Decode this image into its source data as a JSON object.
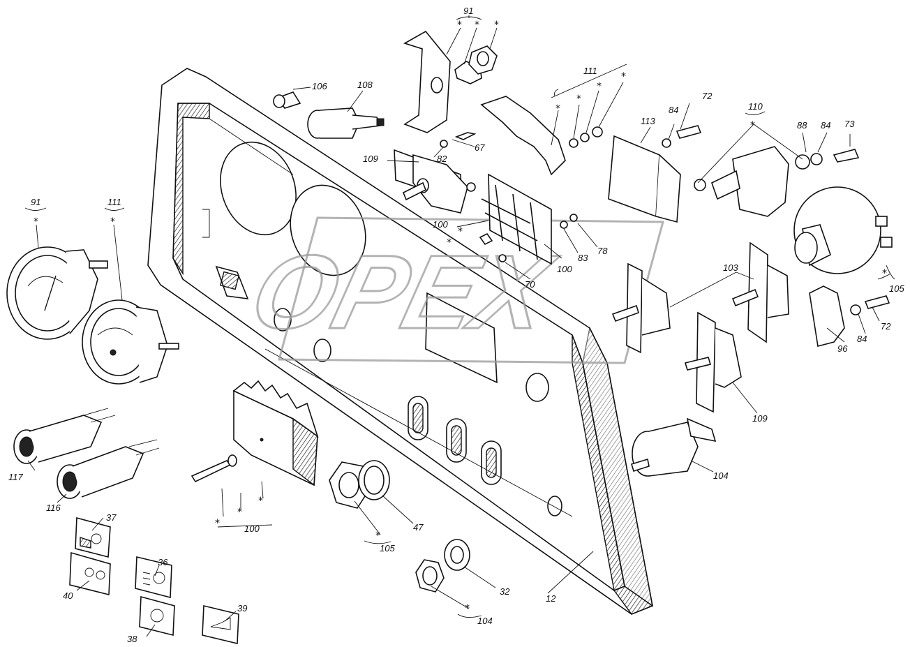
{
  "watermark": {
    "text": "OPEX"
  },
  "asterisk": "*",
  "callouts": {
    "c91_top": "91",
    "c106": "106",
    "c108": "108",
    "c111_top": "111",
    "c72_top": "72",
    "c84_top": "84",
    "c110": "110",
    "c88": "88",
    "c84_right": "84",
    "c73": "73",
    "c113": "113",
    "c67": "67",
    "c82": "82",
    "c109_top": "109",
    "c100_mid": "100",
    "c83": "83",
    "c78": "78",
    "c100_term": "100",
    "c70": "70",
    "c103": "103",
    "c105_right": "105",
    "c72_right": "72",
    "c84_lower": "84",
    "c96": "96",
    "c91_left": "91",
    "c111_left": "111",
    "c109_lower": "109",
    "c104_right": "104",
    "c117": "117",
    "c116": "116",
    "c37": "37",
    "c40": "40",
    "c36": "36",
    "c38": "38",
    "c39": "39",
    "c100_bottom": "100",
    "c47": "47",
    "c105_bottom": "105",
    "c32": "32",
    "c104_bottom": "104",
    "c12": "12"
  }
}
